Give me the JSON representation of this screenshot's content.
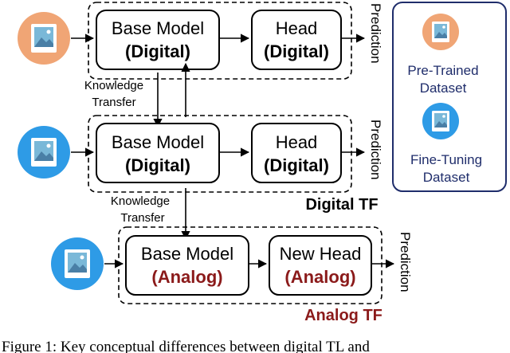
{
  "top_row": {
    "base_line1": "Base Model",
    "base_line2": "(Digital)",
    "head_line1": "Head",
    "head_line2": "(Digital)",
    "prediction": "Prediction"
  },
  "knowledge_transfer_1": {
    "line1": "Knowledge",
    "line2": "Transfer"
  },
  "middle_row": {
    "base_line1": "Base Model",
    "base_line2": "(Digital)",
    "head_line1": "Head",
    "head_line2": "(Digital)",
    "prediction": "Prediction",
    "group_label": "Digital TF"
  },
  "knowledge_transfer_2": {
    "line1": "Knowledge",
    "line2": "Transfer"
  },
  "bottom_row": {
    "base_line1": "Base Model",
    "base_line2": "(Analog)",
    "head_line1": "New Head",
    "head_line2": "(Analog)",
    "prediction": "Prediction",
    "group_label": "Analog TF"
  },
  "legend": {
    "pretrained_line1": "Pre-Trained",
    "pretrained_line2": "Dataset",
    "finetuning_line1": "Fine-Tuning",
    "finetuning_line2": "Dataset"
  },
  "caption": "Figure 1: Key conceptual differences between digital TL and",
  "colors": {
    "orange": "#f0a575",
    "blue": "#2e9be6",
    "navy": "#1f2d6b",
    "analog_red": "#8b1a1a",
    "image_frame": "#ffffff",
    "image_bg": "#7ab8d8",
    "mountain": "#4a7fa6"
  }
}
